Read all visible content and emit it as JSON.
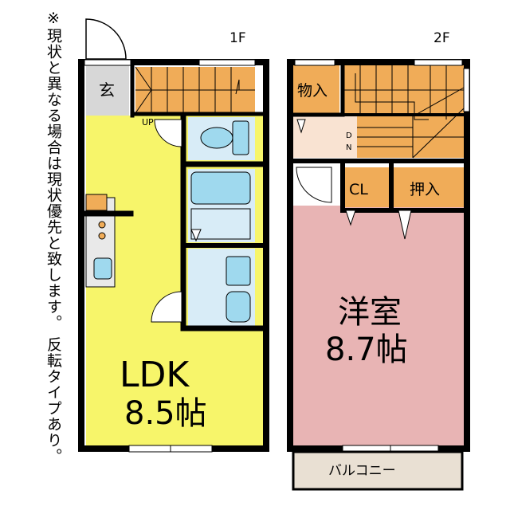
{
  "note": "※現状と異なる場合は現状優先と致します。 反転タイプあり。",
  "floors": {
    "f1": {
      "label": "1F",
      "entrance": "玄",
      "up": "UP",
      "ldk": {
        "name": "LDK",
        "size": "8.5帖"
      }
    },
    "f2": {
      "label": "2F",
      "storage": "物入",
      "dn_d": "D",
      "dn_n": "N",
      "cl": "CL",
      "closet": "押入",
      "bedroom": {
        "name": "洋室",
        "size": "8.7帖"
      },
      "balcony": "バルコニー"
    }
  },
  "colors": {
    "wall": "#000000",
    "ldk": "#f7f56a",
    "wet_area": "#d8ecf7",
    "fixture": "#9fd9ee",
    "stairs": "#f0ac58",
    "bedroom": "#e8b4b4",
    "storage": "#f0ac58",
    "hall_2f": "#f9e3d2",
    "entrance": "#d7d7d7",
    "balcony": "#e9e0d3",
    "kitchen": "#9fd9ee"
  }
}
